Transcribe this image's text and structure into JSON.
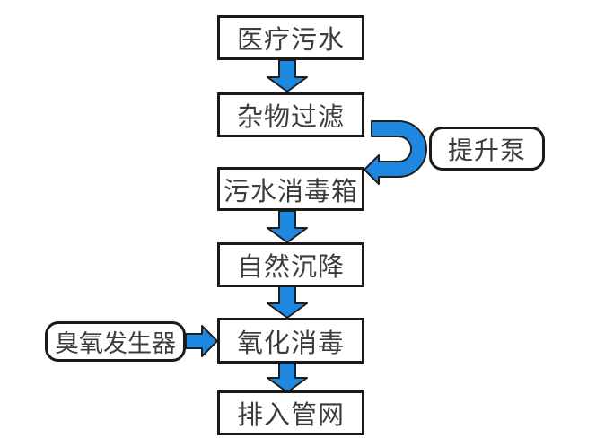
{
  "flow": {
    "steps": [
      {
        "label": "医疗污水"
      },
      {
        "label": "杂物过滤"
      },
      {
        "label": "污水消毒箱"
      },
      {
        "label": "自然沉降"
      },
      {
        "label": "氧化消毒"
      },
      {
        "label": "排入管网"
      }
    ],
    "aux": {
      "pump": {
        "label": "提升泵"
      },
      "ozone": {
        "label": "臭氧发生器"
      }
    }
  },
  "colors": {
    "arrow_fill": "#1e87e0",
    "arrow_outline": "#1f1f1f",
    "box_border": "#1a1a1a",
    "box_text": "#3c3c3c",
    "background": "#ffffff"
  }
}
